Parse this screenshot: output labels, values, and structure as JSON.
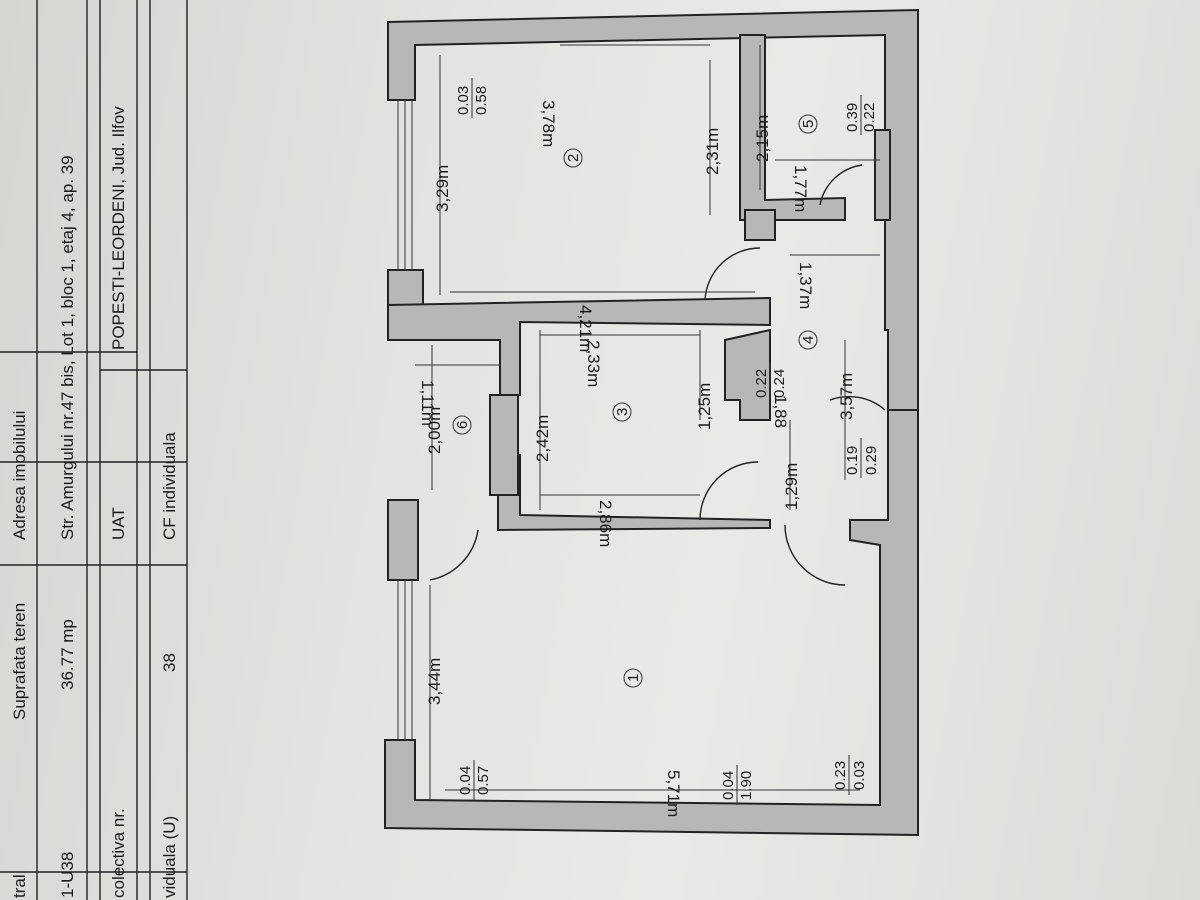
{
  "table": {
    "row1_col1": "tral",
    "row2_col1": "1-U38",
    "row3_col1": "colectiva nr.",
    "row4_col1": "viduala (U)",
    "suprafata_label": "Suprafata teren",
    "suprafata_value": "36.77 mp",
    "individuala_value": "38",
    "adresa_label": "Adresa imobilului",
    "adresa_value": "Str. Amurgului nr.47 bis, Lot 1, bloc 1, etaj 4, ap. 39",
    "uat_label": "UAT",
    "uat_value": "POPESTI-LEORDENI, Jud. Ilfov",
    "cf_label": "CF individuala"
  },
  "plan": {
    "rooms": [
      "1",
      "2",
      "3",
      "4",
      "5",
      "6"
    ],
    "dimensions": {
      "r1_width": "5,71m",
      "r1_height": "3,44m",
      "r2_width": "3,78m",
      "r2_height": "3,29m",
      "r2_hall": "2,31m",
      "r2_corridor": "4,21m",
      "r3_width": "2,33m",
      "r3_width_b": "2,86m",
      "r3_height": "2,42m",
      "r3_inner": "1,25m",
      "r4_a": "1,29m",
      "r4_b": "1,88",
      "r4_c": "3,57m",
      "r4_d": "1,37m",
      "r5_height": "2,15m",
      "r5_width": "1,77m",
      "r6_width": "2,00m",
      "r6_depth": "1,11m"
    },
    "fractions": {
      "f1_top": "0.04",
      "f1_bot": "0.57",
      "f2_top": "0.04",
      "f2_bot": "1.90",
      "f3_top": "0.23",
      "f3_bot": "0.03",
      "f4_top": "0.03",
      "f4_bot": "0.58",
      "f5_top": "0.39",
      "f5_bot": "0.22",
      "f6_top": "0.22",
      "f6_bot": "0.24",
      "f7_top": "0.19",
      "f7_bot": "0.29"
    }
  }
}
